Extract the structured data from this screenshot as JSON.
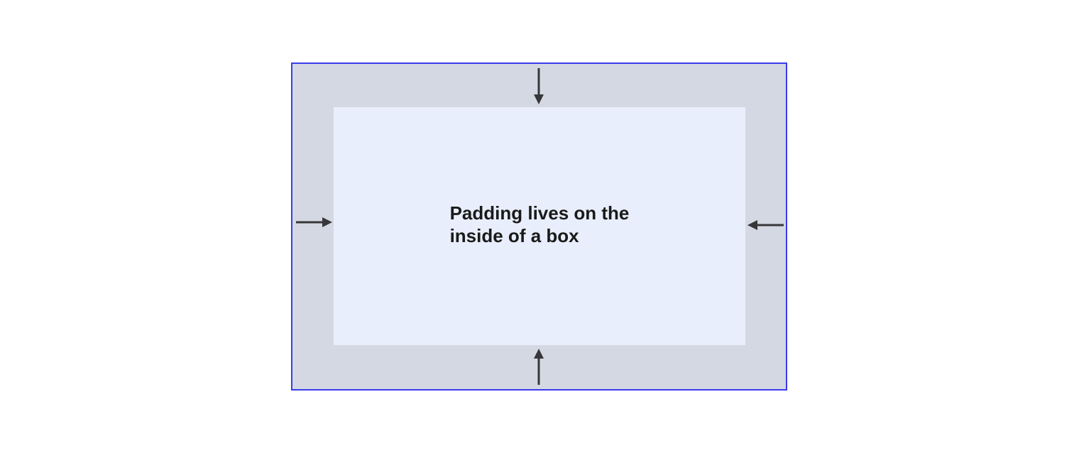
{
  "page": {
    "background": "#ffffff"
  },
  "diagram": {
    "name": "padding-box-model",
    "outer_box": {
      "fill": "#d3d8e2",
      "border_color": "#3b3beb"
    },
    "inner_box": {
      "fill": "#e8eefb"
    },
    "label": {
      "lines": {
        "0": "Padding lives on the",
        "1": "inside of a box"
      },
      "color": "#1a1a1a"
    },
    "arrows": {
      "color": "#37373a"
    }
  }
}
